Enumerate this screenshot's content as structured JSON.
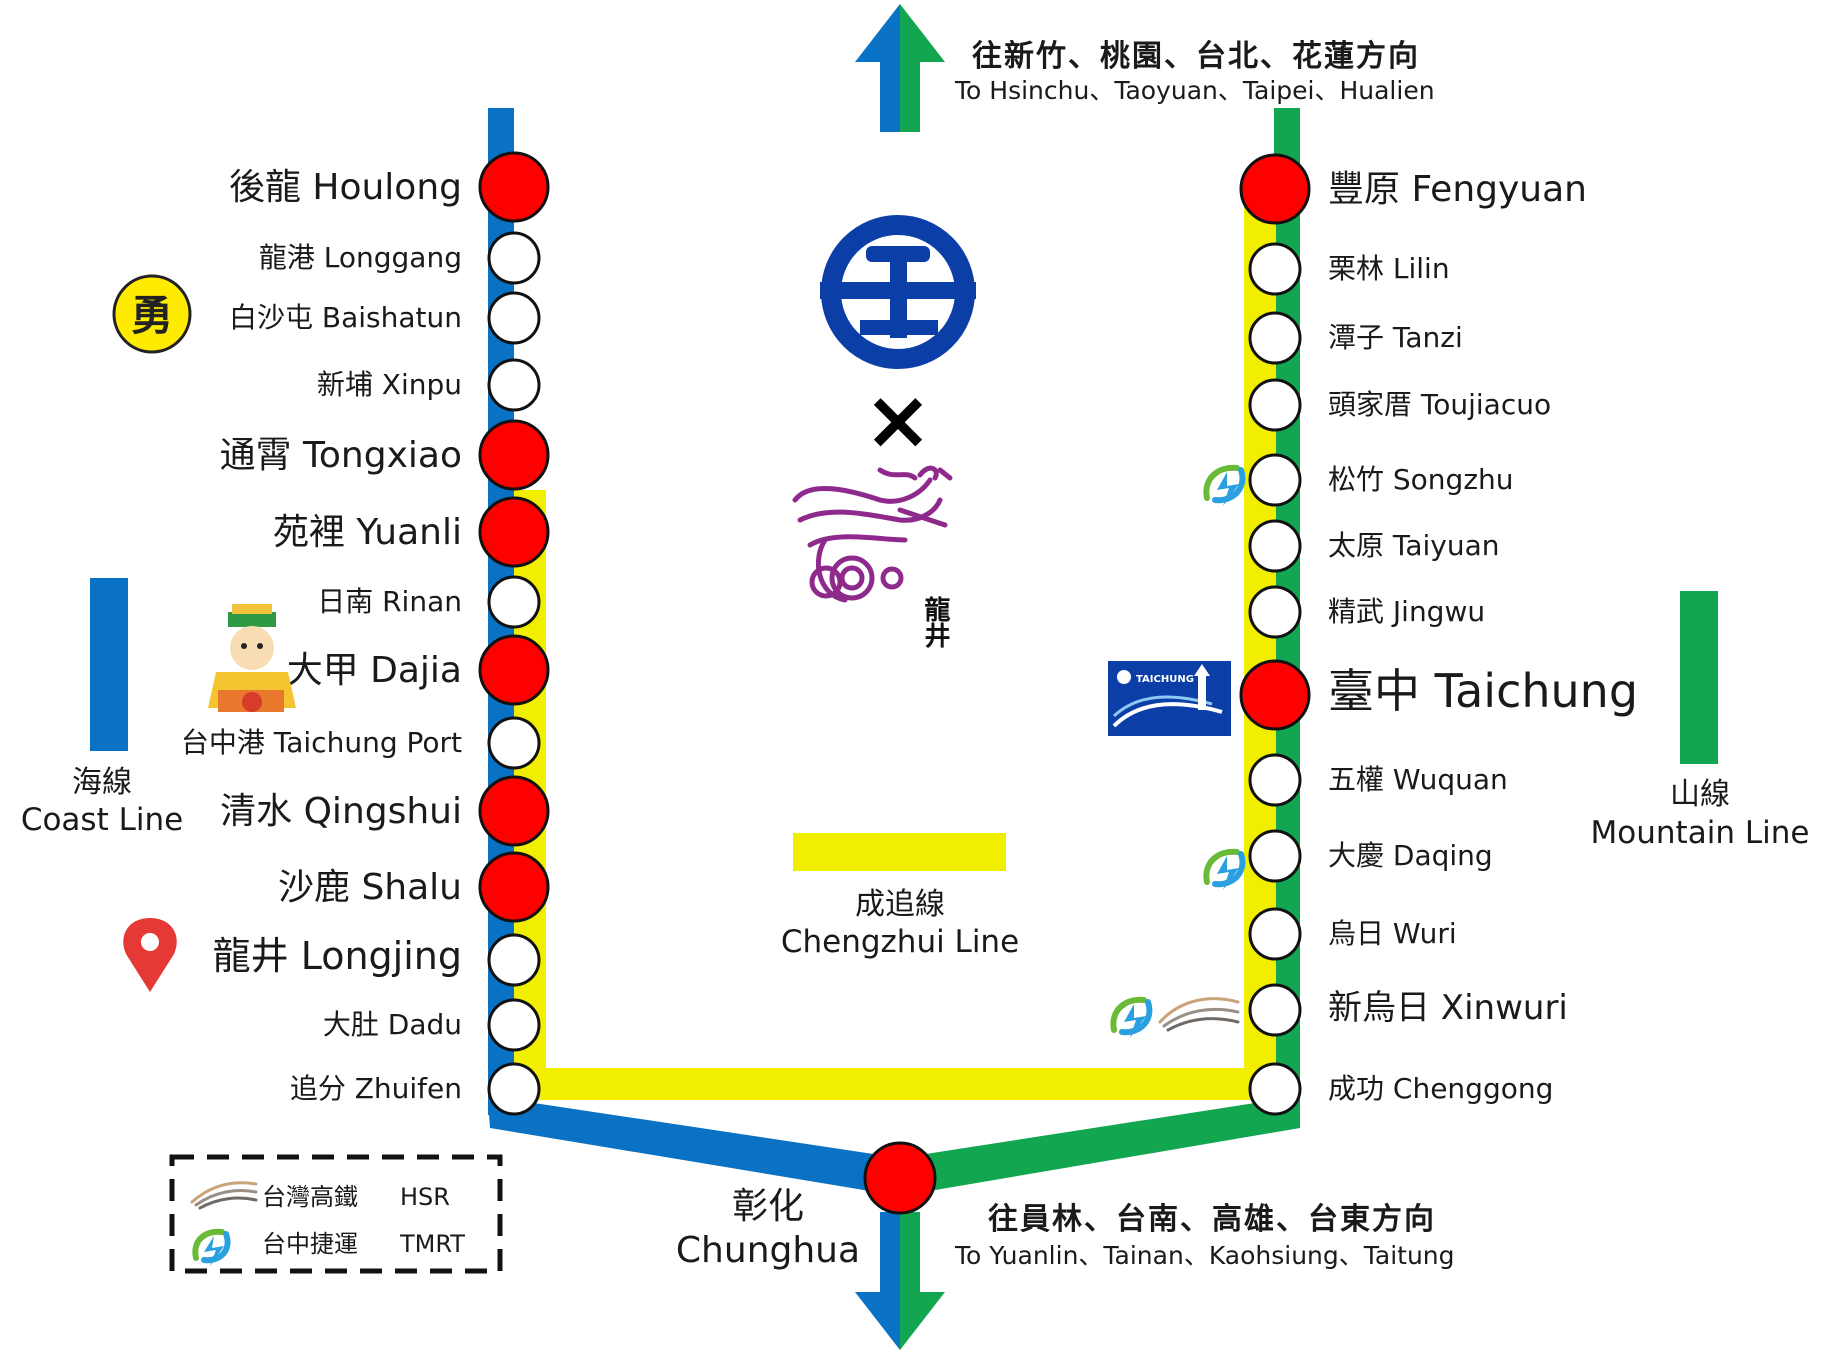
{
  "colors": {
    "coast": "#0a72c4",
    "mountain": "#12a651",
    "chengzhui": "#f2ee00",
    "major_station": "#ff0000",
    "minor_station": "#ffffff",
    "tmrt_blue": "#2aa0e0",
    "tmrt_green": "#69bb37"
  },
  "directions": {
    "north_zh": "往新竹、桃園、台北、花蓮方向",
    "north_en": "To Hsinchu、Taoyuan、Taipei、Hualien",
    "south_zh": "往員林、台南、高雄、台東方向",
    "south_en": "To Yuanlin、Tainan、Kaohsiung、Taitung"
  },
  "legend_lines": {
    "coast_zh": "海線",
    "coast_en": "Coast Line",
    "mountain_zh": "山線",
    "mountain_en": "Mountain Line",
    "chengzhui_zh": "成追線",
    "chengzhui_en": "Chengzhui Line"
  },
  "hub": {
    "zh": "彰化",
    "en": "Chunghua",
    "type": "major"
  },
  "coast_stations": [
    {
      "name": "後龍 Houlong",
      "type": "major"
    },
    {
      "name": "龍港 Longgang",
      "type": "minor"
    },
    {
      "name": "白沙屯 Baishatun",
      "type": "minor",
      "icon": "yong-badge-icon"
    },
    {
      "name": "新埔 Xinpu",
      "type": "minor"
    },
    {
      "name": "通霄 Tongxiao",
      "type": "major"
    },
    {
      "name": "苑裡 Yuanli",
      "type": "major"
    },
    {
      "name": "日南 Rinan",
      "type": "minor"
    },
    {
      "name": "大甲 Dajia",
      "type": "major",
      "icon": "mazu-icon"
    },
    {
      "name": "台中港 Taichung Port",
      "type": "minor"
    },
    {
      "name": "清水 Qingshui",
      "type": "major"
    },
    {
      "name": "沙鹿 Shalu",
      "type": "major"
    },
    {
      "name": "龍井 Longjing",
      "type": "minor",
      "icon": "location-pin-icon"
    },
    {
      "name": "大肚 Dadu",
      "type": "minor"
    },
    {
      "name": "追分 Zhuifen",
      "type": "minor"
    }
  ],
  "mountain_stations": [
    {
      "name": "豐原 Fengyuan",
      "type": "major"
    },
    {
      "name": "栗林 Lilin",
      "type": "minor"
    },
    {
      "name": "潭子 Tanzi",
      "type": "minor"
    },
    {
      "name": "頭家厝 Toujiacuo",
      "type": "minor"
    },
    {
      "name": "松竹 Songzhu",
      "type": "minor",
      "icon": "tmrt-icon"
    },
    {
      "name": "太原 Taiyuan",
      "type": "minor"
    },
    {
      "name": "精武 Jingwu",
      "type": "minor"
    },
    {
      "name": "臺中 Taichung",
      "type": "major",
      "icon": "taichung-station-icon"
    },
    {
      "name": "五權 Wuquan",
      "type": "minor"
    },
    {
      "name": "大慶 Daqing",
      "type": "minor",
      "icon": "tmrt-icon"
    },
    {
      "name": "烏日 Wuri",
      "type": "minor"
    },
    {
      "name": "新烏日 Xinwuri",
      "type": "minor",
      "icon": "tmrt-hsr-icon"
    },
    {
      "name": "成功 Chenggong",
      "type": "minor"
    }
  ],
  "transfer_legend": {
    "hsr_zh": "台灣高鐵",
    "hsr_en": "HSR",
    "tmrt_zh": "台中捷運",
    "tmrt_en": "TMRT"
  },
  "logos": {
    "cross": "×",
    "longjing_text": "龍井",
    "taichung_badge": "TAICHUNG"
  }
}
